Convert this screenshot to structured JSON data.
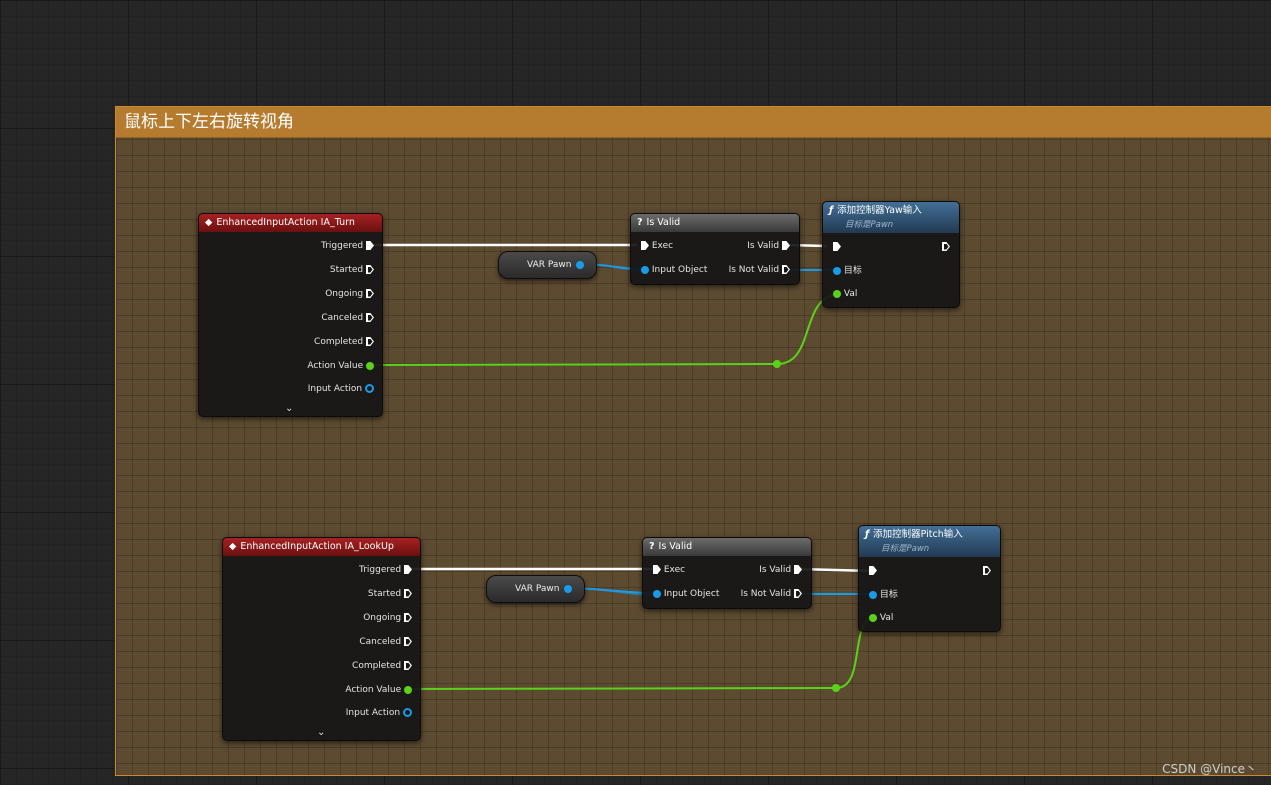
{
  "comment": {
    "title": "鼠标上下左右旋转视角"
  },
  "colors": {
    "exec": "#ffffff",
    "vector": "#5ad11a",
    "object": "#1a9bea",
    "event_header": "#a72222",
    "function_header": "#436f96",
    "comment_header": "#b57b2e"
  },
  "groups": [
    {
      "event": {
        "title": "EnhancedInputAction IA_Turn",
        "pins": [
          "Triggered",
          "Started",
          "Ongoing",
          "Canceled",
          "Completed",
          "Action Value",
          "Input Action"
        ],
        "expand_icon": "chevron-down-icon"
      },
      "variable": {
        "label": "VAR Pawn"
      },
      "is_valid": {
        "title": "Is Valid",
        "inputs": [
          "Exec",
          "Input Object"
        ],
        "outputs": [
          "Is Valid",
          "Is Not Valid"
        ]
      },
      "function": {
        "title": "添加控制器Yaw输入",
        "subtitle": "目标是Pawn",
        "pins": [
          "目标",
          "Val"
        ]
      }
    },
    {
      "event": {
        "title": "EnhancedInputAction IA_LookUp",
        "pins": [
          "Triggered",
          "Started",
          "Ongoing",
          "Canceled",
          "Completed",
          "Action Value",
          "Input Action"
        ],
        "expand_icon": "chevron-down-icon"
      },
      "variable": {
        "label": "VAR Pawn"
      },
      "is_valid": {
        "title": "Is Valid",
        "inputs": [
          "Exec",
          "Input Object"
        ],
        "outputs": [
          "Is Valid",
          "Is Not Valid"
        ]
      },
      "function": {
        "title": "添加控制器Pitch输入",
        "subtitle": "目标是Pawn",
        "pins": [
          "目标",
          "Val"
        ]
      }
    }
  ],
  "watermark": "CSDN @Vince丶"
}
